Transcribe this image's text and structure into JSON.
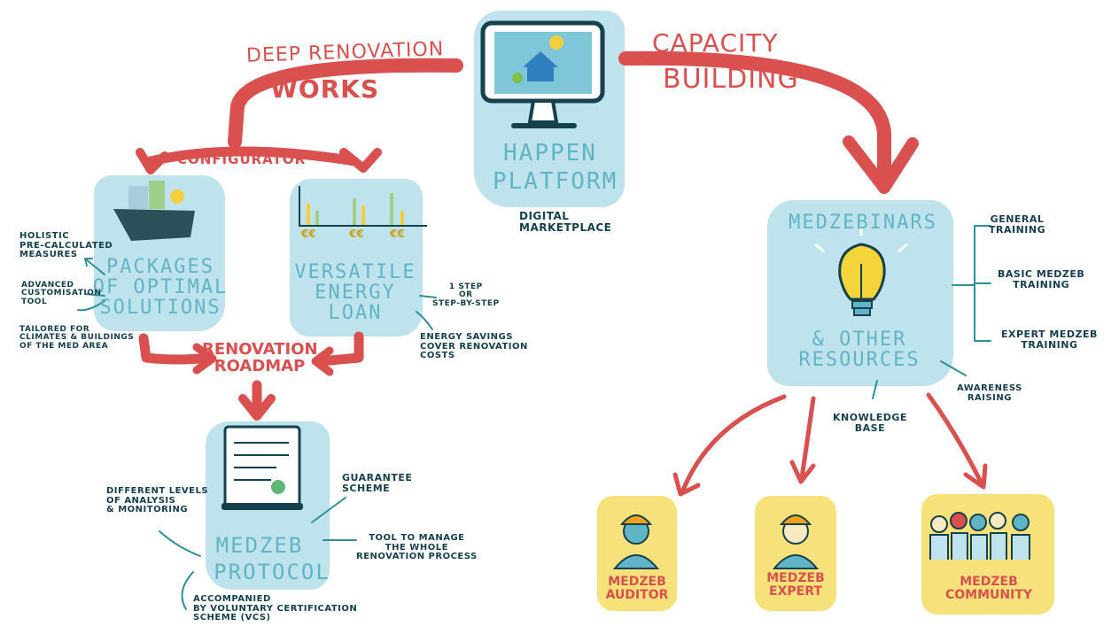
{
  "colors": {
    "red": "#d9504e",
    "teal": "#5fb4c6",
    "lightblue": "#bfe3ec",
    "navy": "#15414e",
    "yellow": "#f6e17a"
  },
  "titles": {
    "deep_renovation_line1": "DEEP RENOVATION",
    "deep_renovation_line2": "WORKS",
    "capacity_line1": "CAPACITY",
    "capacity_line2": "BUILDING",
    "configurator": "CONFIGURATOR"
  },
  "platform": {
    "title_line1": "HAPPEN",
    "title_line2": "PLATFORM",
    "caption": "DIGITAL\nMARKETPLACE"
  },
  "packages": {
    "title": "PACKAGES\nOF OPTIMAL\nSOLUTIONS",
    "notes": [
      "HOLISTIC\nPRE-CALCULATED\nMEASURES",
      "ADVANCED\nCUSTOMISATION\nTOOL",
      "TAILORED FOR\nCLIMATES & BUILDINGS\nOF THE MED AREA"
    ]
  },
  "loan": {
    "title": "VERSATILE\nENERGY\nLOAN",
    "chart_labels": [
      "€€",
      "€€",
      "€€"
    ],
    "notes": [
      "1 STEP\nOR\nSTEP-BY-STEP",
      "ENERGY SAVINGS\nCOVER RENOVATION\nCOSTS"
    ]
  },
  "roadmap": {
    "title": "RENOVATION\nROADMAP"
  },
  "protocol": {
    "title_line1": "MEDZEB",
    "title_line2": "PROTOCOL",
    "notes": [
      "DIFFERENT LEVELS\nOF ANALYSIS\n& MONITORING",
      "GUARANTEE\nSCHEME",
      "TOOL TO MANAGE\nTHE WHOLE\nRENOVATION PROCESS",
      "ACCOMPANIED\nBY VOLUNTARY CERTIFICATION\nSCHEME (VCS)"
    ]
  },
  "webinars": {
    "title": "MEDZEBINARS",
    "subtitle": "& OTHER\nRESOURCES",
    "trainings": [
      "GENERAL\nTRAINING",
      "BASIC MEDZEB\nTRAINING",
      "EXPERT MEDZEB\nTRAINING"
    ],
    "awareness": "AWARENESS\nRAISING",
    "knowledge": "KNOWLEDGE\nBASE"
  },
  "roles": [
    {
      "label": "MEDZEB\nAUDITOR"
    },
    {
      "label": "MEDZEB\nEXPERT"
    },
    {
      "label": "MEDZEB\nCOMMUNITY"
    }
  ]
}
